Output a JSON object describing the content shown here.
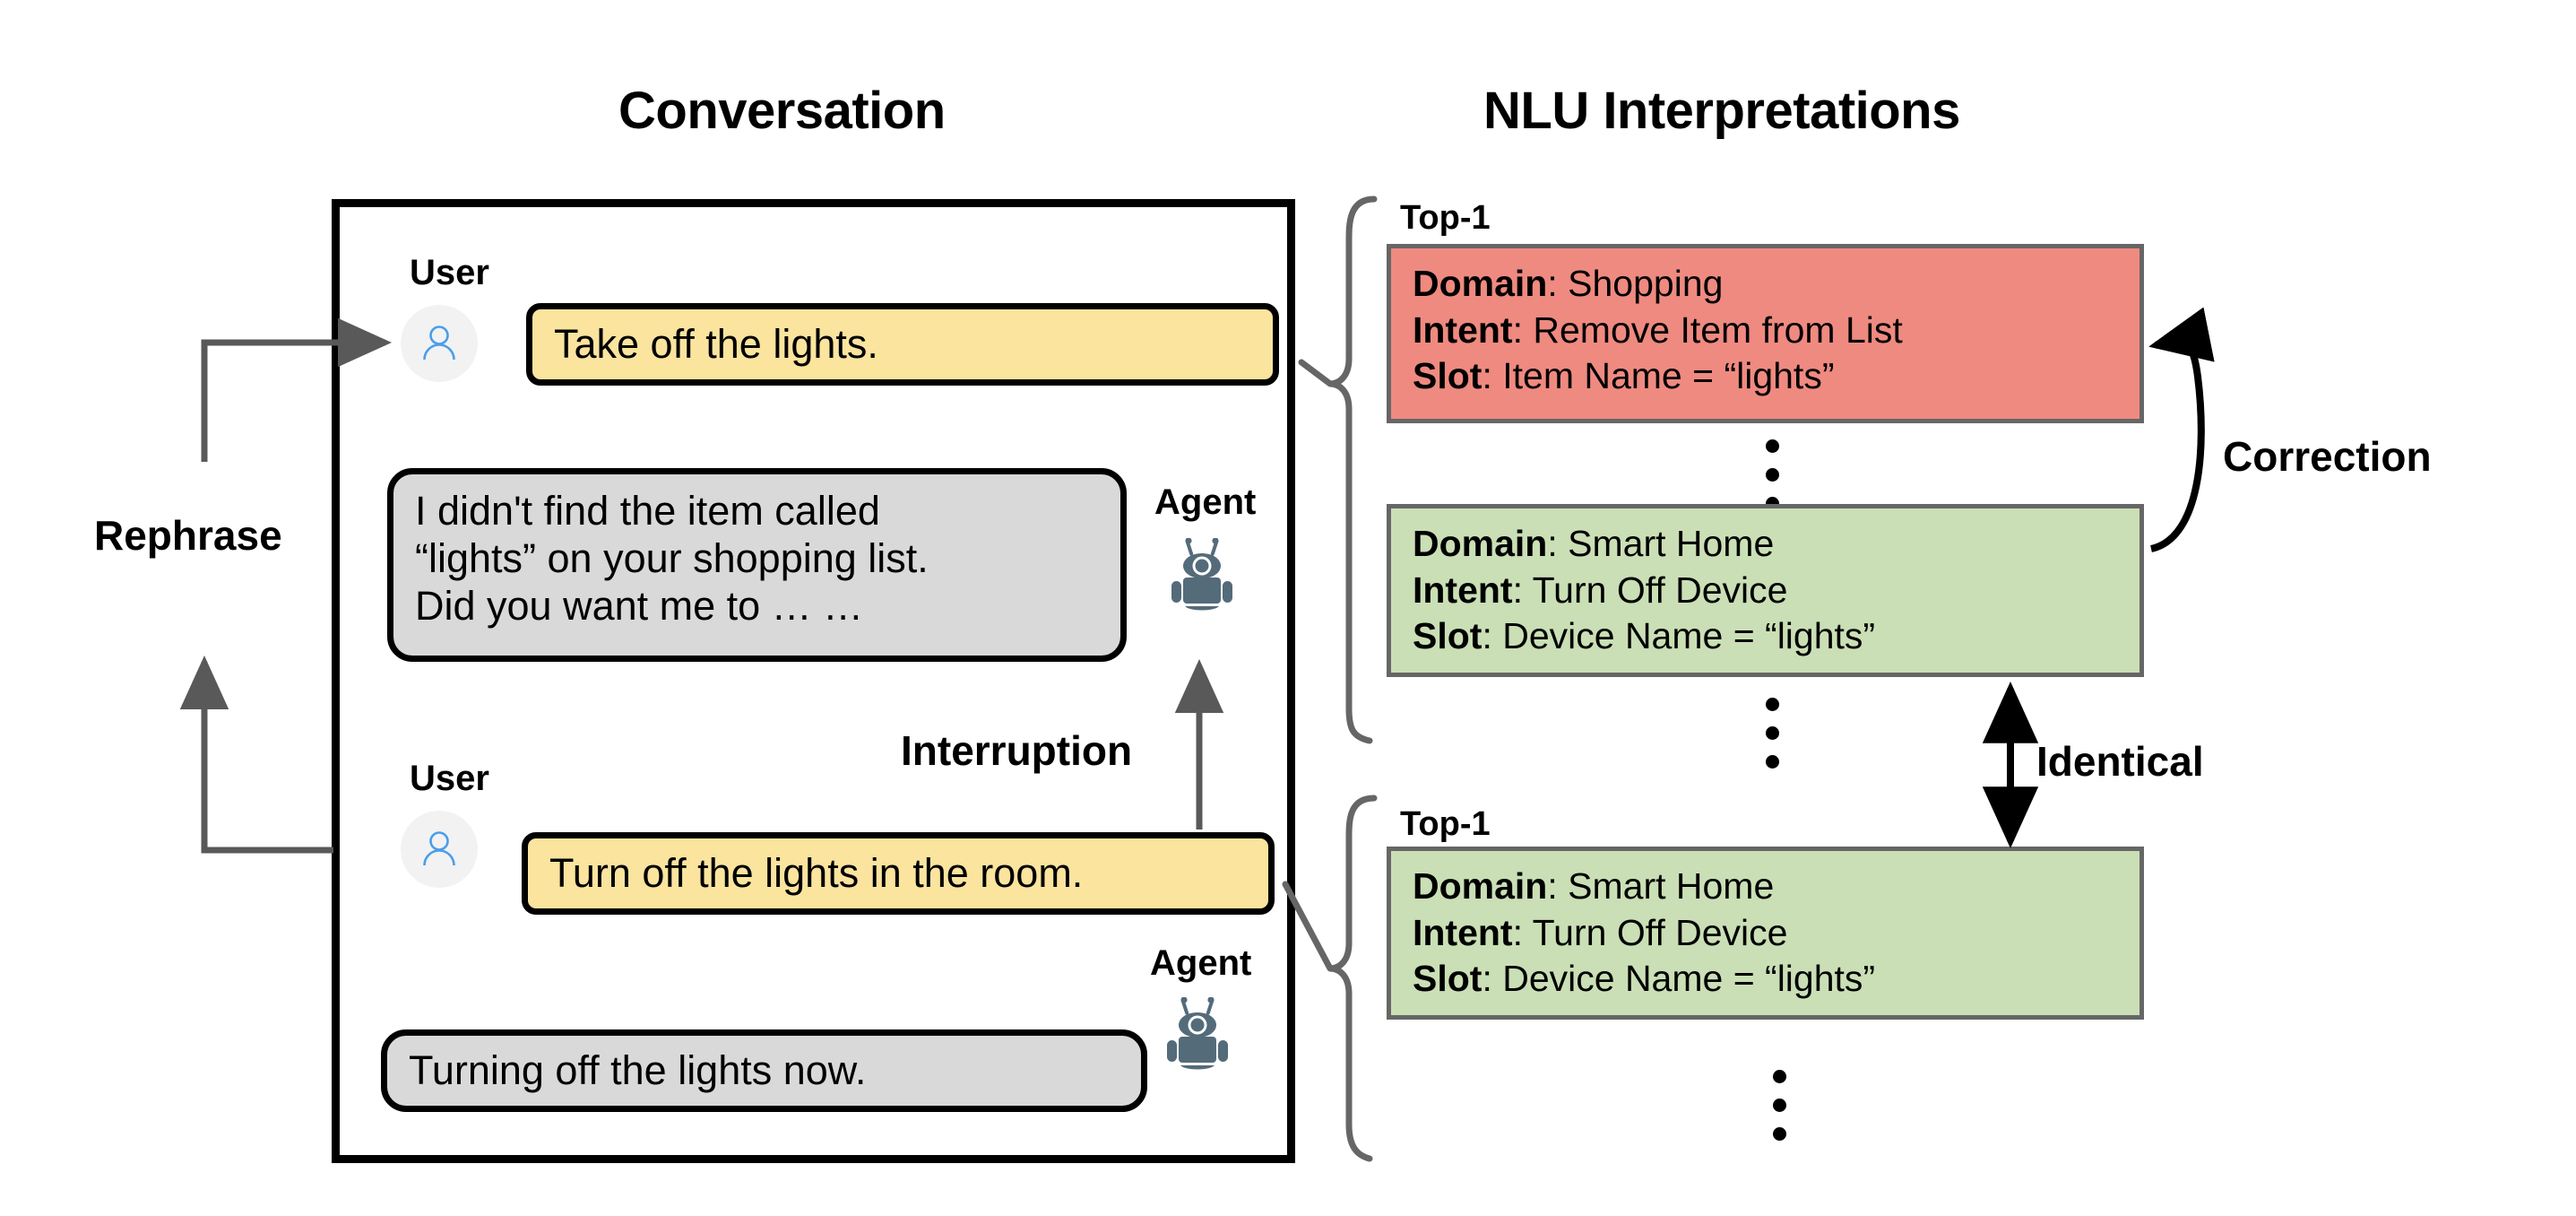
{
  "headers": {
    "conversation": "Conversation",
    "nlu": "NLU Interpretations"
  },
  "conversation": {
    "turns": [
      {
        "role_label": "User",
        "speaker": "user",
        "avatar_icon": "user-avatar-icon",
        "text": "Take off the lights."
      },
      {
        "role_label": "Agent",
        "speaker": "agent",
        "avatar_icon": "robot-icon",
        "text": "I didn't find the item called\n“lights” on your shopping list.\nDid you want me to … …"
      },
      {
        "role_label": "User",
        "speaker": "user",
        "avatar_icon": "user-avatar-icon",
        "text": "Turn off the lights in the room."
      },
      {
        "role_label": "Agent",
        "speaker": "agent",
        "avatar_icon": "robot-icon",
        "text": "Turning off the lights now."
      }
    ]
  },
  "nlu": {
    "rank_label_1": "Top-1",
    "rank_label_2": "Top-1",
    "field_keys": {
      "domain": "Domain",
      "intent": "Intent",
      "slot": "Slot"
    },
    "hypotheses": [
      {
        "id": "hyp-1",
        "rank": "Top-1",
        "status": "incorrect",
        "color": "#ef8a80",
        "domain_key": "Domain",
        "domain_value": "Shopping",
        "intent_key": "Intent",
        "intent_value": "Remove Item from List",
        "slot_key": "Slot",
        "slot_value": "Item Name = “lights”"
      },
      {
        "id": "hyp-2",
        "rank": "lower-rank",
        "status": "correct",
        "color": "#cadfb5",
        "domain_key": "Domain",
        "domain_value": "Smart Home",
        "intent_key": "Intent",
        "intent_value": "Turn Off Device",
        "slot_key": "Slot",
        "slot_value": "Device Name = “lights”"
      },
      {
        "id": "hyp-3",
        "rank": "Top-1",
        "status": "correct",
        "color": "#cadfb5",
        "domain_key": "Domain",
        "domain_value": "Smart Home",
        "intent_key": "Intent",
        "intent_value": "Turn Off Device",
        "slot_key": "Slot",
        "slot_value": "Device Name = “lights”"
      }
    ]
  },
  "relations": {
    "rephrase": "Rephrase",
    "interruption": "Interruption",
    "correction": "Correction",
    "identical": "Identical"
  },
  "colors": {
    "bubble_user": "#fae49e",
    "bubble_agent": "#d9d9d9",
    "nlu_incorrect": "#ef8a80",
    "nlu_correct": "#cadfb5",
    "nlu_border": "#666666",
    "arrow_gray": "#595959",
    "arrow_black": "#000000",
    "robot": "#546b7a",
    "avatar_person": "#4a9eea",
    "avatar_bg": "#f2f2f2",
    "frame_border": "#000000"
  }
}
